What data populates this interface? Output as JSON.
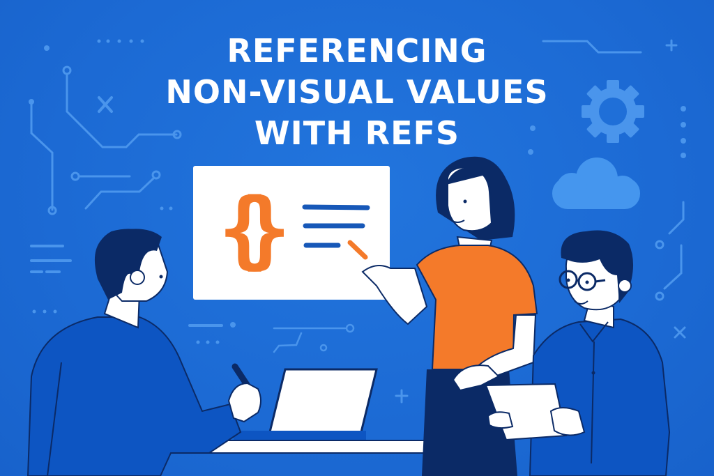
{
  "title": {
    "line1": "REFERENCING",
    "line2": "NON-VISUAL VALUES",
    "line3": "WITH REFS"
  },
  "colors": {
    "background": "#1f6fd8",
    "decor": "#4a95ec",
    "orange": "#f47a2a",
    "navy": "#0b2a66",
    "shirt_blue": "#0d55c2",
    "white": "#ffffff",
    "line_blue": "#1758b8"
  },
  "whiteboard": {
    "symbol": "{ }",
    "lines": 3
  },
  "people": [
    {
      "role": "seated man with stylus",
      "position": "left"
    },
    {
      "role": "woman in orange shirt pointing at board",
      "position": "center"
    },
    {
      "role": "man with glasses holding tablet",
      "position": "right"
    }
  ]
}
